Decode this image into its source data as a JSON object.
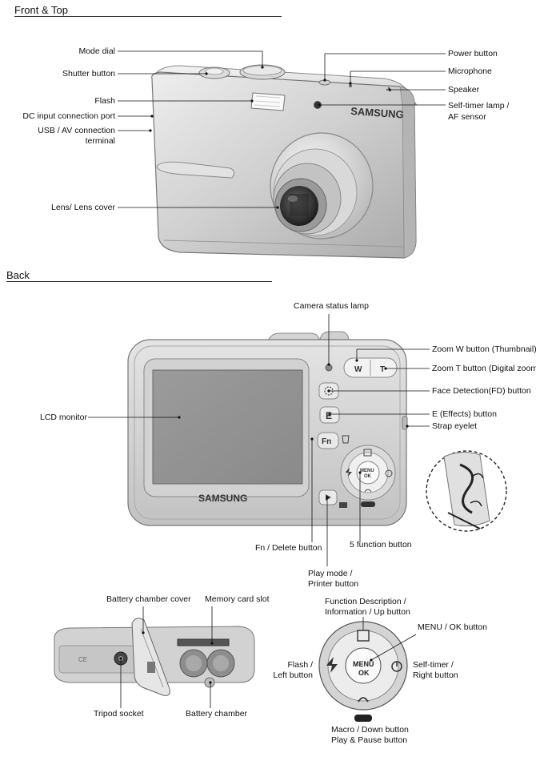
{
  "sections": {
    "front_top": "Front & Top",
    "back": "Back"
  },
  "brand": "SAMSUNG",
  "front_labels": {
    "mode_dial": "Mode dial",
    "shutter_button": "Shutter button",
    "flash": "Flash",
    "dc_input": "DC input connection port",
    "usb_av_1": "USB / AV connection",
    "usb_av_2": "terminal",
    "lens": "Lens/ Lens cover",
    "power_button": "Power button",
    "microphone": "Microphone",
    "speaker": "Speaker",
    "self_timer_1": "Self-timer lamp /",
    "self_timer_2": "AF sensor"
  },
  "back_labels": {
    "status_lamp": "Camera status lamp",
    "zoom_w": "Zoom W button (Thumbnail)",
    "zoom_t": "Zoom T button (Digital zoom)",
    "face_detection": "Face Detection(FD) button",
    "effects": "E (Effects) button",
    "strap_eyelet": "Strap eyelet",
    "lcd_monitor": "LCD monitor",
    "fn_delete": "Fn / Delete button",
    "five_function": "5 function button",
    "play_mode_1": "Play mode /",
    "play_mode_2": "Printer button"
  },
  "bottom_labels": {
    "battery_cover": "Battery chamber cover",
    "memory_slot": "Memory card slot",
    "tripod": "Tripod socket",
    "battery_chamber": "Battery chamber"
  },
  "dial_labels": {
    "up_1": "Function Description /",
    "up_2": "Information / Up button",
    "menu_ok": "MENU / OK button",
    "flash_1": "Flash /",
    "flash_2": "Left button",
    "self_timer_1": "Self-timer /",
    "self_timer_2": "Right button",
    "macro_1": "Macro / Down button",
    "macro_2": "Play & Pause button"
  },
  "buttons": {
    "w": "W",
    "t": "T",
    "e": "E",
    "fn": "Fn",
    "menu": "MENU",
    "ok": "OK"
  }
}
